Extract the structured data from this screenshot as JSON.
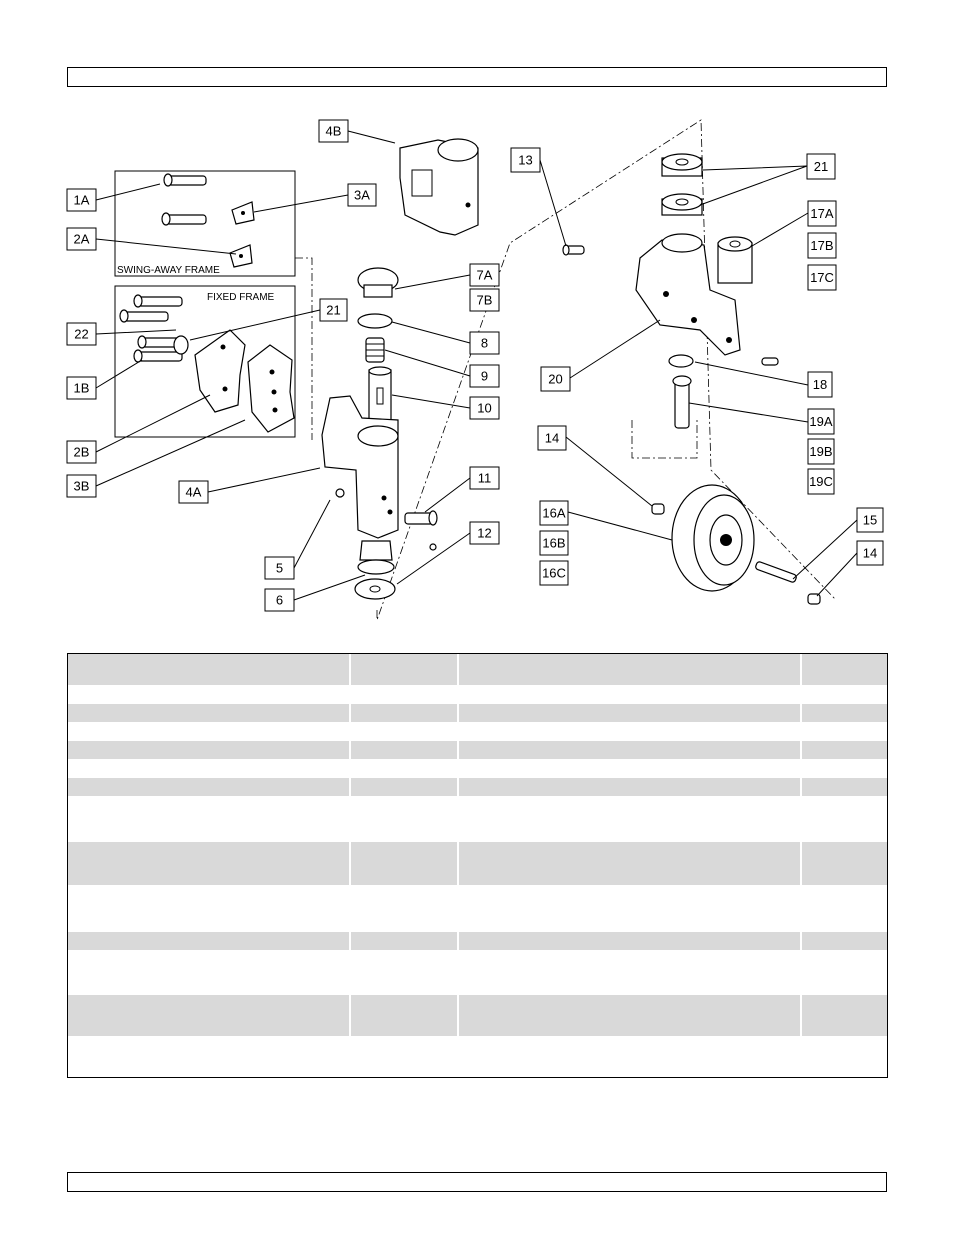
{
  "diagram": {
    "frame_captions": {
      "swing_away": "SWING-AWAY FRAME",
      "fixed": "FIXED FRAME"
    },
    "callouts": [
      "1A",
      "2A",
      "3A",
      "4B",
      "22",
      "1B",
      "2B",
      "3B",
      "4A",
      "5",
      "6",
      "21",
      "7A",
      "7B",
      "8",
      "9",
      "10",
      "11",
      "12",
      "13",
      "20",
      "14",
      "16A",
      "16B",
      "16C",
      "17A",
      "17B",
      "17C",
      "18",
      "19A",
      "19B",
      "19C",
      "15"
    ]
  },
  "table": {
    "columns": 4,
    "rows": [
      {
        "shaded": true
      },
      {
        "shaded": false
      },
      {
        "shaded": true
      },
      {
        "shaded": false
      },
      {
        "shaded": true
      },
      {
        "shaded": false
      },
      {
        "shaded": true
      },
      {
        "shaded": false
      },
      {
        "shaded": true
      },
      {
        "shaded": false
      },
      {
        "shaded": true
      },
      {
        "shaded": false
      },
      {
        "shaded": true
      },
      {
        "shaded": false
      }
    ]
  }
}
